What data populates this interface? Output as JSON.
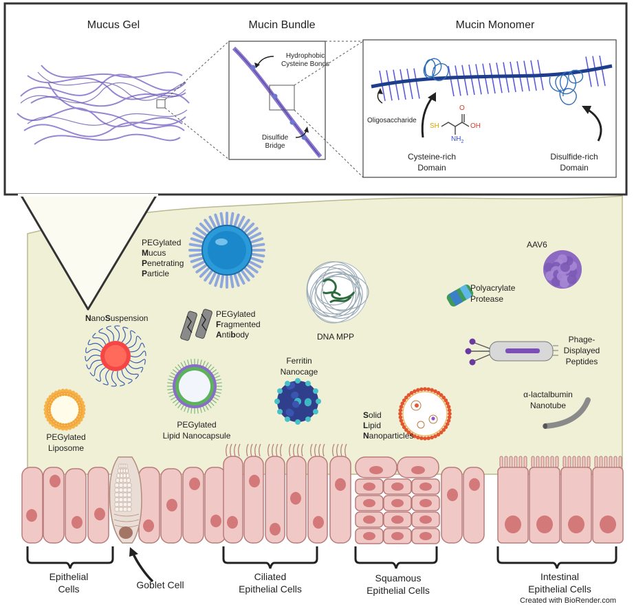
{
  "inset": {
    "headings": {
      "mucus_gel": "Mucus Gel",
      "mucin_bundle": "Mucin Bundle",
      "mucin_monomer": "Mucin Monomer"
    },
    "bundle_labels": {
      "hydrophobic": "Hydrophobic",
      "cysteine_bonds": "Cysteine Bonds",
      "disulfide": "Disulfide",
      "bridge": "Bridge"
    },
    "monomer_labels": {
      "oligosaccharide": "Oligosaccharide",
      "cys_rich_1": "Cysteine-rich",
      "cys_rich_2": "Domain",
      "ds_rich_1": "Disulfide-rich",
      "ds_rich_2": "Domain",
      "chem_sh": "SH",
      "chem_oh": "OH",
      "chem_nh2": "NH",
      "chem_nh2_sub": "2",
      "chem_o": "O"
    }
  },
  "particles": {
    "pegylated_mpp": {
      "line1": "PEGylated",
      "l2_bold": "M",
      "l2_rest": "ucus",
      "l3_bold": "P",
      "l3_rest": "enetrating",
      "l4_bold": "P",
      "l4_rest": "article"
    },
    "nanosuspension": {
      "b1": "N",
      "r1": "ano",
      "b2": "S",
      "r2": "uspension"
    },
    "pegylated_fab": {
      "line1": "PEGylated",
      "l2_bold": "F",
      "l2_rest": "ragmented",
      "l3_b1": "A",
      "l3_r1": "nti",
      "l3_b2": "b",
      "l3_r2": "ody"
    },
    "dna_mpp": "DNA MPP",
    "ferritin": {
      "line1": "Ferritin",
      "line2": "Nanocage"
    },
    "liposome": {
      "line1": "PEGylated",
      "line2": "Liposome"
    },
    "lipid_nanocapsule": {
      "line1": "PEGylated",
      "line2": "Lipid Nanocapsule"
    },
    "sln": {
      "l1_bold": "S",
      "l1_rest": "olid",
      "l2_bold": "L",
      "l2_rest": "ipid",
      "l3_bold": "N",
      "l3_rest": "anoparticles"
    },
    "polyacrylate": {
      "line1": "Polyacrylate",
      "line2": "Protease"
    },
    "aav6": "AAV6",
    "phage": {
      "line1": "Phage-",
      "line2": "Displayed",
      "line3": "Peptides"
    },
    "nanotube": {
      "line1": "α-lactalbumin",
      "line2": "Nanotube"
    }
  },
  "cell_labels": {
    "epithelial": {
      "line1": "Epithelial",
      "line2": "Cells"
    },
    "goblet": "Goblet Cell",
    "ciliated": {
      "line1": "Ciliated",
      "line2": "Epithelial Cells"
    },
    "squamous": {
      "line1": "Squamous",
      "line2": "Epithelial Cells"
    },
    "intestinal": {
      "line1": "Intestinal",
      "line2": "Epithelial Cells"
    }
  },
  "credit": "Created with BioRender.com",
  "colors": {
    "mucus": "#eff0d6",
    "mucin_purple": "#8b78cc",
    "mucin_dark": "#1e3e8c",
    "cell_fill": "#f0c9c6",
    "cell_stroke": "#b77a78",
    "nucleus": "#d3797a"
  }
}
